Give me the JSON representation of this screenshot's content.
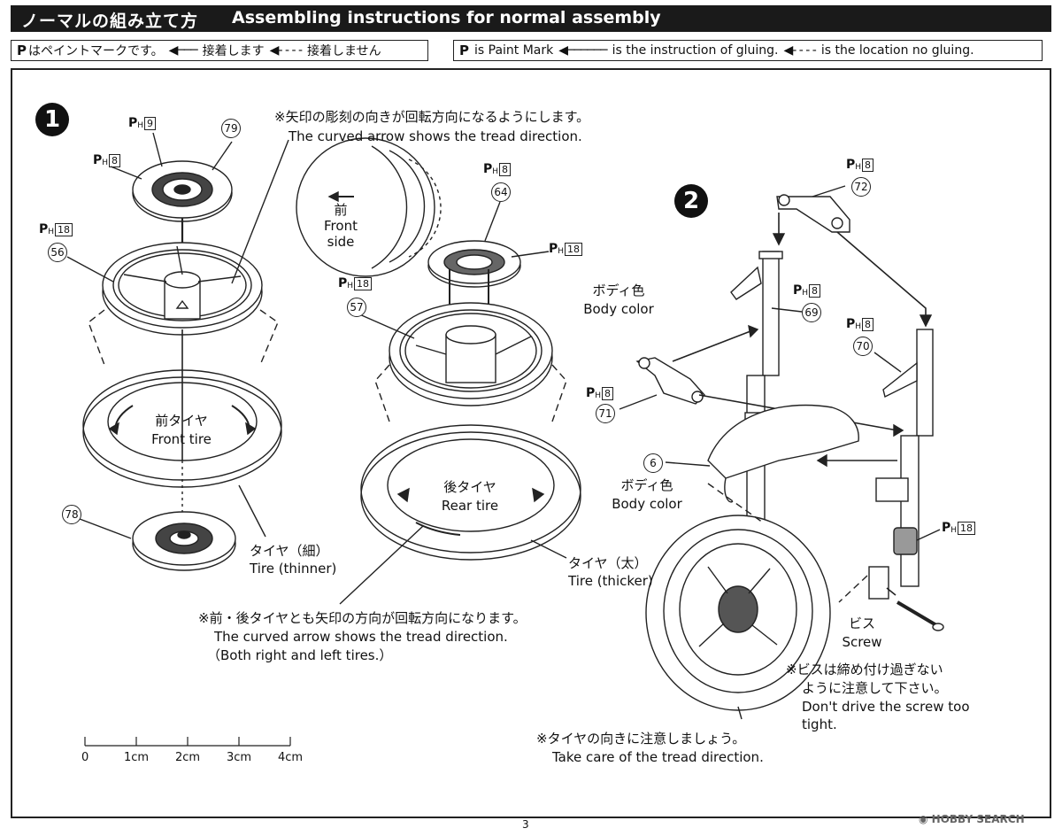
{
  "header": {
    "title_ja": "ノーマルの組み立て方",
    "title_en": "Assembling instructions for normal assembly"
  },
  "legend_ja": {
    "mark": "P",
    "mark_text": "はペイントマークです。",
    "glue": "接着します",
    "noglue": "接着しません"
  },
  "legend_en": {
    "mark": "P",
    "mark_text": "is Paint Mark",
    "glue": "is the instruction of gluing.",
    "noglue": "is the location no gluing."
  },
  "steps": [
    "1",
    "2"
  ],
  "notes": {
    "arrow_ja": "※矢印の彫刻の向きが回転方向になるようにします。",
    "arrow_en": "The curved arrow shows the tread direction.",
    "front_side_ja": "前",
    "front_side_en1": "Front",
    "front_side_en2": "side",
    "body_color_ja": "ボディ色",
    "body_color_en": "Body color",
    "front_tire_ja": "前タイヤ",
    "front_tire_en": "Front tire",
    "rear_tire_ja": "後タイヤ",
    "rear_tire_en": "Rear tire",
    "tire_thin_ja": "タイヤ（細）",
    "tire_thin_en": "Tire (thinner)",
    "tire_thick_ja": "タイヤ（太）",
    "tire_thick_en": "Tire (thicker)",
    "both_ja": "※前・後タイヤとも矢印の方向が回転方向になります。",
    "both_en1": "The curved arrow shows the tread direction.",
    "both_en2": "（Both right and left tires.）",
    "screw_ja": "ビス",
    "screw_en": "Screw",
    "screw_note_ja1": "※ビスは締め付け過ぎない",
    "screw_note_ja2": "ように注意して下さい。",
    "screw_note_en1": "Don't drive the screw too",
    "screw_note_en2": "tight.",
    "tire_dir_ja": "※タイヤの向きに注意しましょう。",
    "tire_dir_en": "Take care of the tread direction."
  },
  "paint": {
    "prefix": "P",
    "sub": "H",
    "c9": "9",
    "c8": "8",
    "c18": "18"
  },
  "parts": {
    "p79": "79",
    "p56": "56",
    "p78": "78",
    "p64": "64",
    "p57": "57",
    "p72": "72",
    "p69": "69",
    "p70": "70",
    "p71": "71",
    "p6": "6"
  },
  "scale": [
    "0",
    "1cm",
    "2cm",
    "3cm",
    "4cm"
  ],
  "page_number": "3",
  "watermark": "HOBBY SEARCH"
}
